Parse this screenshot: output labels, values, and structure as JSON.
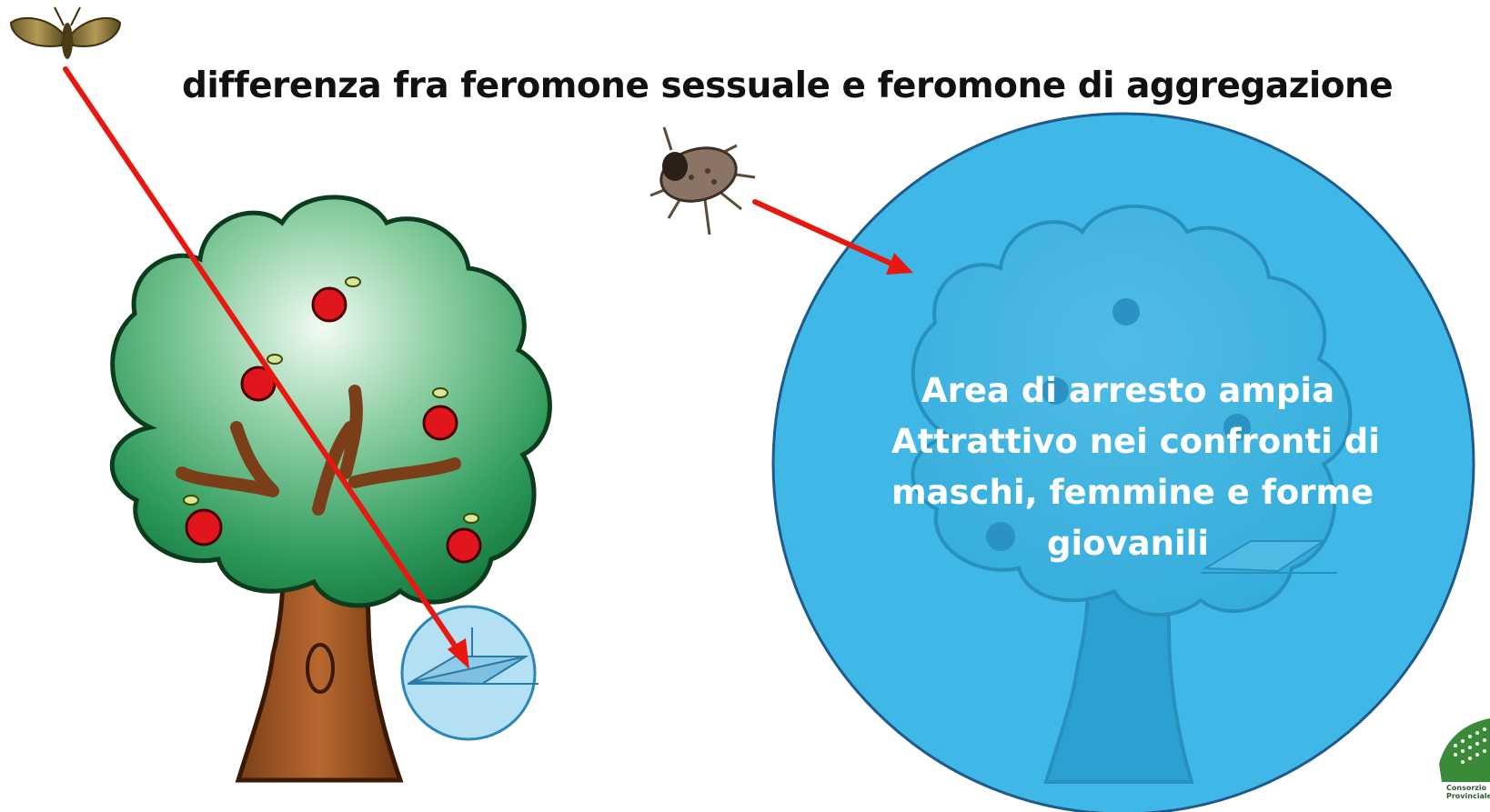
{
  "slide": {
    "title": "differenza fra feromone sessuale e feromone di aggregazione"
  },
  "aggregation_area": {
    "lines": [
      "Area di arresto ampia",
      "Attrattivo nei confronti di",
      "maschi, femmine e forme",
      "giovanili"
    ],
    "fill_color": "#3fb8e8"
  },
  "sex_pheromone_area": {
    "fill_color": "#a6dcf1"
  },
  "arrow_color": "#e8170f",
  "logo": {
    "lines": [
      "Consorzio",
      "Provinciale"
    ]
  }
}
